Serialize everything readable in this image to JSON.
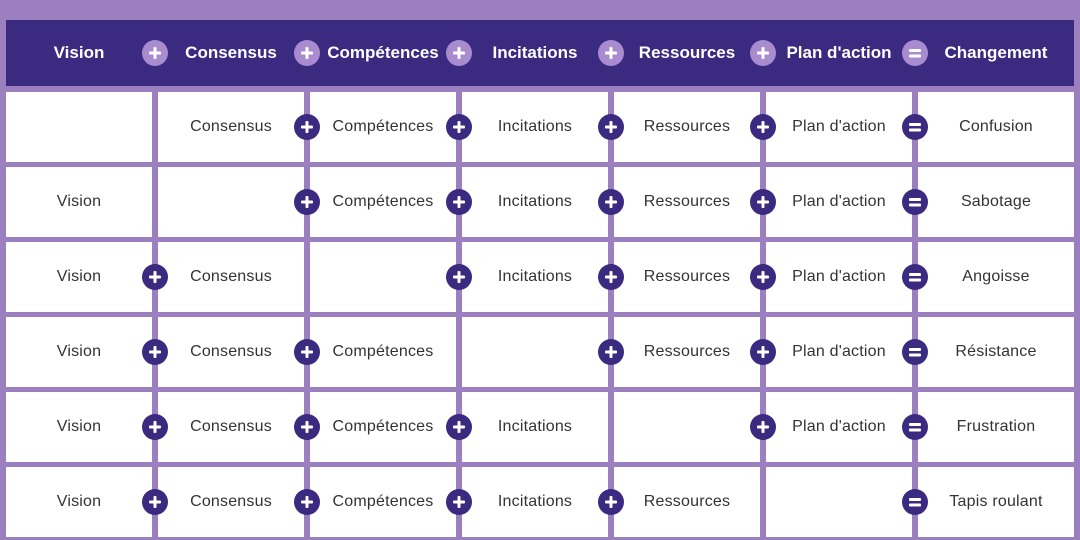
{
  "colors": {
    "header_bg": "#3a2a80",
    "grid_lines": "#9b7fbf",
    "operator_dark": "#3a2a80",
    "operator_light": "#a98bd0",
    "operator_glyph": "#ffffff"
  },
  "headers": [
    "Vision",
    "Consensus",
    "Compétences",
    "Incitations",
    "Ressources",
    "Plan d'action",
    "Changement"
  ],
  "header_operators": [
    "plus",
    "plus",
    "plus",
    "plus",
    "plus",
    "equals"
  ],
  "rows": [
    {
      "cells": [
        "",
        "Consensus",
        "Compétences",
        "Incitations",
        "Ressources",
        "Plan d'action",
        "Confusion"
      ],
      "operators": [
        "",
        "plus",
        "plus",
        "plus",
        "plus",
        "equals"
      ]
    },
    {
      "cells": [
        "Vision",
        "",
        "Compétences",
        "Incitations",
        "Ressources",
        "Plan d'action",
        "Sabotage"
      ],
      "operators": [
        "",
        "plus",
        "plus",
        "plus",
        "plus",
        "equals"
      ]
    },
    {
      "cells": [
        "Vision",
        "Consensus",
        "",
        "Incitations",
        "Ressources",
        "Plan d'action",
        "Angoisse"
      ],
      "operators": [
        "plus",
        "",
        "plus",
        "plus",
        "plus",
        "equals"
      ]
    },
    {
      "cells": [
        "Vision",
        "Consensus",
        "Compétences",
        "",
        "Ressources",
        "Plan d'action",
        "Résistance"
      ],
      "operators": [
        "plus",
        "plus",
        "",
        "plus",
        "plus",
        "equals"
      ]
    },
    {
      "cells": [
        "Vision",
        "Consensus",
        "Compétences",
        "Incitations",
        "",
        "Plan d'action",
        "Frustration"
      ],
      "operators": [
        "plus",
        "plus",
        "plus",
        "",
        "plus",
        "equals"
      ]
    },
    {
      "cells": [
        "Vision",
        "Consensus",
        "Compétences",
        "Incitations",
        "Ressources",
        "",
        "Tapis roulant"
      ],
      "operators": [
        "plus",
        "plus",
        "plus",
        "plus",
        "",
        "equals"
      ]
    }
  ]
}
